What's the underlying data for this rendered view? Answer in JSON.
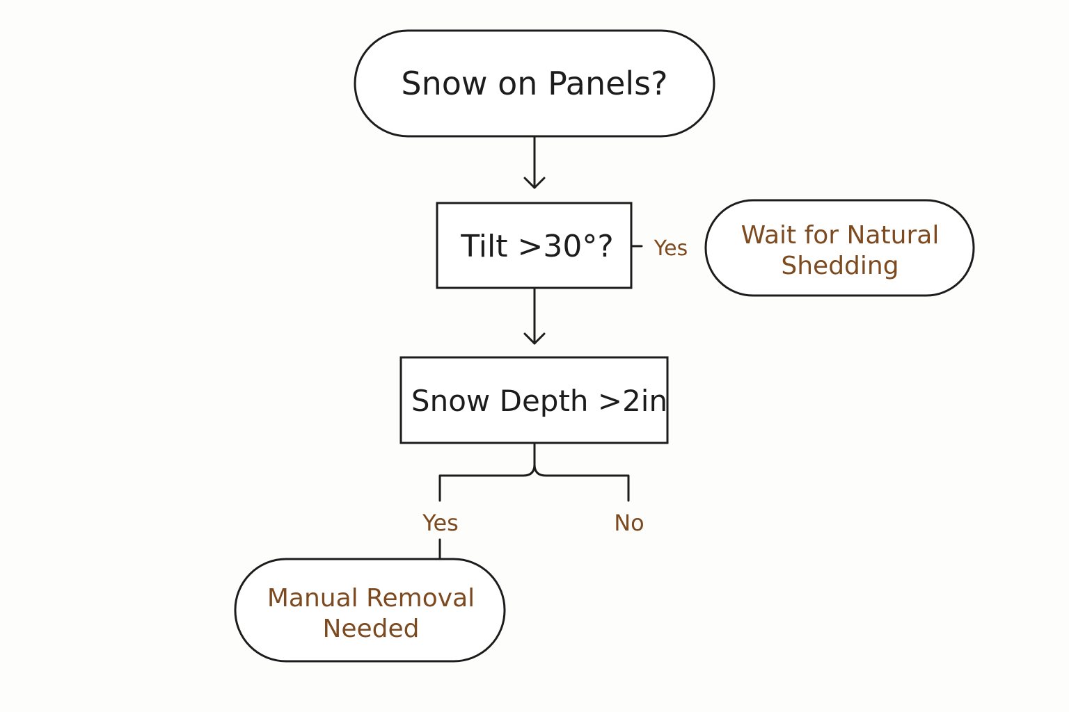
{
  "colors": {
    "stroke": "#1c1c1c",
    "node_text": "#1c1c1c",
    "outcome_text": "#7d4a20",
    "background": "#fdfdfb"
  },
  "nodes": {
    "start": {
      "shape": "terminal",
      "text": "Snow on Panels?"
    },
    "tilt": {
      "shape": "process",
      "text": "Tilt >30°?"
    },
    "depth": {
      "shape": "process",
      "text": "Snow Depth >2in"
    },
    "wait": {
      "shape": "terminal",
      "line1": "Wait for Natural",
      "line2": "Shedding"
    },
    "manual": {
      "shape": "terminal",
      "line1": "Manual Removal",
      "line2": "Needed"
    }
  },
  "edges": {
    "tilt_yes": "Yes",
    "depth_yes": "Yes",
    "depth_no": "No"
  }
}
